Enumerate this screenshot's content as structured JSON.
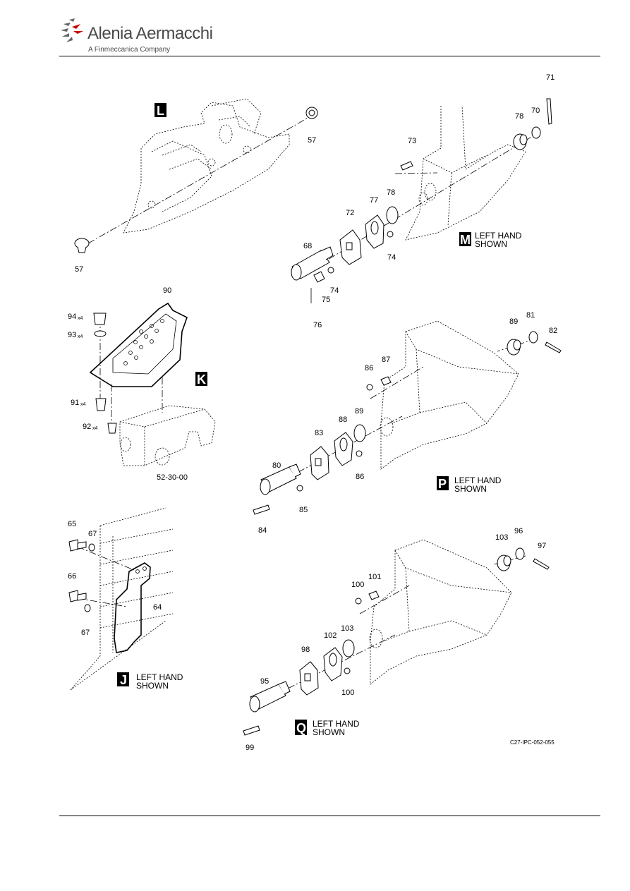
{
  "header": {
    "brand_name": "Alenia Aermacchi",
    "brand_subtitle": "A Finmeccanica Company"
  },
  "views": {
    "L": {
      "letter": "L"
    },
    "M": {
      "letter": "M",
      "caption_line1": "LEFT HAND",
      "caption_line2": "SHOWN"
    },
    "K": {
      "letter": "K"
    },
    "P": {
      "letter": "P",
      "caption_line1": "LEFT HAND",
      "caption_line2": "SHOWN"
    },
    "J": {
      "letter": "J",
      "caption_line1": "LEFT HAND",
      "caption_line2": "SHOWN"
    },
    "Q": {
      "letter": "Q",
      "caption_line1": "LEFT HAND",
      "caption_line2": "SHOWN"
    }
  },
  "callouts": {
    "c57a": "57",
    "c57b": "57",
    "c71": "71",
    "c70": "70",
    "c78a": "78",
    "c73": "73",
    "c77": "77",
    "c78b": "78",
    "c72": "72",
    "c68": "68",
    "c74a": "74",
    "c74b": "74",
    "c75": "75",
    "c76": "76",
    "c90": "90",
    "c94": "94",
    "c94q": "x4",
    "c93": "93",
    "c93q": "x4",
    "c91": "91",
    "c91q": "x4",
    "c92": "92",
    "c92q": "x4",
    "c523000": "52-30-00",
    "c89a": "89",
    "c81": "81",
    "c82": "82",
    "c87": "87",
    "c86a": "86",
    "c88": "88",
    "c89b": "89",
    "c83": "83",
    "c80": "80",
    "c86b": "86",
    "c85": "85",
    "c84": "84",
    "c65": "65",
    "c67a": "67",
    "c66": "66",
    "c67b": "67",
    "c64": "64",
    "c103a": "103",
    "c96": "96",
    "c97": "97",
    "c101": "101",
    "c100a": "100",
    "c102": "102",
    "c103b": "103",
    "c98": "98",
    "c95": "95",
    "c100b": "100",
    "c99": "99"
  },
  "figure_ref": "C27-IPC-052-055"
}
